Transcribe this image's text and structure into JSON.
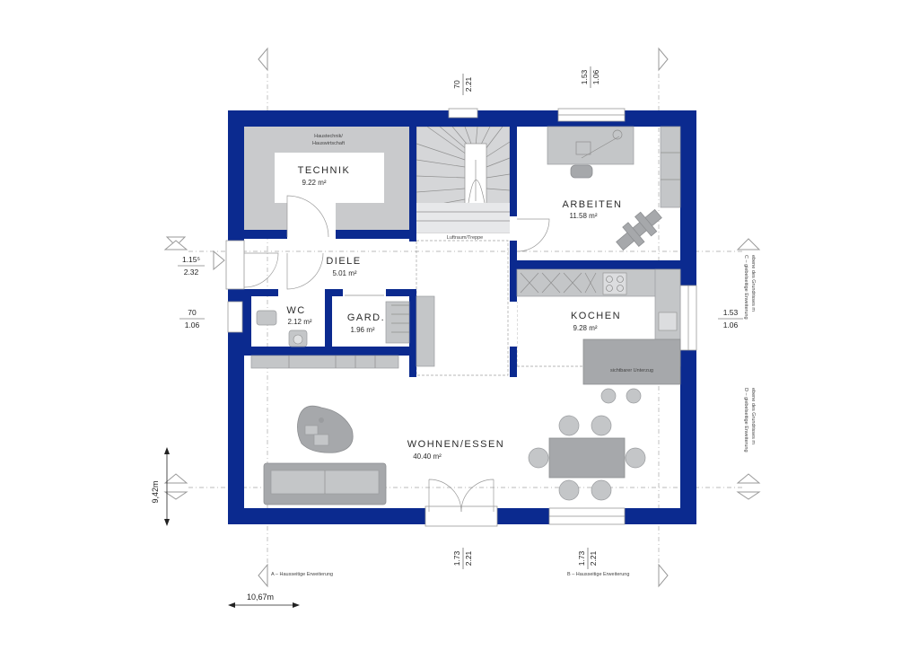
{
  "rooms": {
    "technik": {
      "name": "TECHNIK",
      "area": "9.22 m²",
      "subtitle_1": "Haustechnik/",
      "subtitle_2": "Hauswirtschaft"
    },
    "diele": {
      "name": "DIELE",
      "area": "5.01 m²"
    },
    "wc": {
      "name": "WC",
      "area": "2.12 m²"
    },
    "gard": {
      "name": "GARD.",
      "area": "1.96 m²"
    },
    "arbeiten": {
      "name": "ARBEITEN",
      "area": "11.58 m²"
    },
    "kochen": {
      "name": "KOCHEN",
      "area": "9.28 m²"
    },
    "wohnen": {
      "name": "WOHNEN/ESSEN",
      "area": "40.40 m²"
    }
  },
  "labels": {
    "luftraum": "Luftraum/Treppe",
    "unterzug": "sichtbarer Unterzug",
    "ext_a": "A – Hausseitige Erweiterung",
    "ext_b": "B – Hausseitige Erweiterung",
    "ext_c_1": "C – giebelseitige Erweiterung",
    "ext_c_2": "ebene des Grundrisses m",
    "ext_d_1": "D – giebelseitige Erweiterung",
    "ext_d_2": "ebene des Grundrisses m"
  },
  "dimensions": {
    "top_1_a": "70",
    "top_1_b": "2.21",
    "top_2_a": "1.53",
    "top_2_b": "1.06",
    "bottom_1_a": "1.73",
    "bottom_1_b": "2.21",
    "bottom_2_a": "1.73",
    "bottom_2_b": "2.21",
    "left_1_a": "1.15⁵",
    "left_1_b": "2.32",
    "left_2_a": "70",
    "left_2_b": "1.06",
    "right_1_a": "1.53",
    "right_1_b": "1.06",
    "height": "9,42m",
    "width": "10,67m"
  },
  "colors": {
    "wall": "#0b2a8f",
    "service_room": "#c9cacc",
    "furniture": "#a6a8ab"
  }
}
